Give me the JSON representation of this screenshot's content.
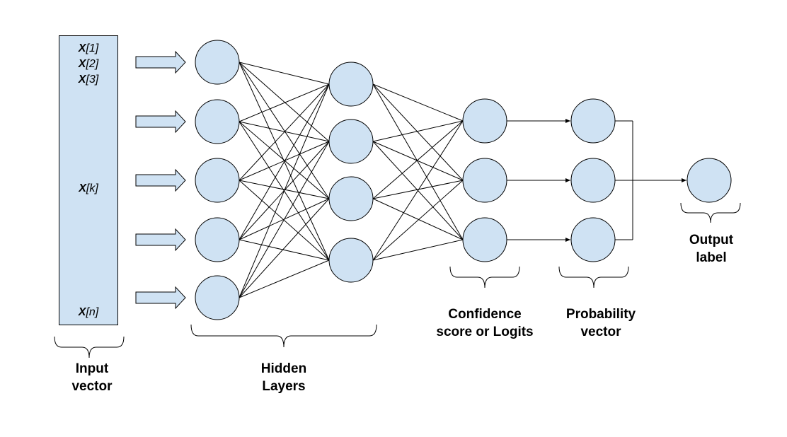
{
  "colors": {
    "node_fill": "#cfe2f3",
    "stroke": "#000000",
    "background": "#ffffff"
  },
  "input_vector": {
    "entries": [
      {
        "symbol": "X",
        "index": "[1]"
      },
      {
        "symbol": "X",
        "index": "[2]"
      },
      {
        "symbol": "X",
        "index": "[3]"
      },
      {
        "symbol": "X",
        "index": "[k]"
      },
      {
        "symbol": "X",
        "index": "[n]"
      }
    ]
  },
  "captions": {
    "input": "Input\nvector",
    "hidden": "Hidden\nLayers",
    "logits": "Confidence\nscore or Logits",
    "probability": "Probability\nvector",
    "output": "Output\nlabel"
  },
  "layers": [
    {
      "name": "hidden-layer-1",
      "nodes": 5
    },
    {
      "name": "hidden-layer-2",
      "nodes": 4
    },
    {
      "name": "logits",
      "nodes": 3
    },
    {
      "name": "probability",
      "nodes": 3
    },
    {
      "name": "output",
      "nodes": 1
    }
  ]
}
